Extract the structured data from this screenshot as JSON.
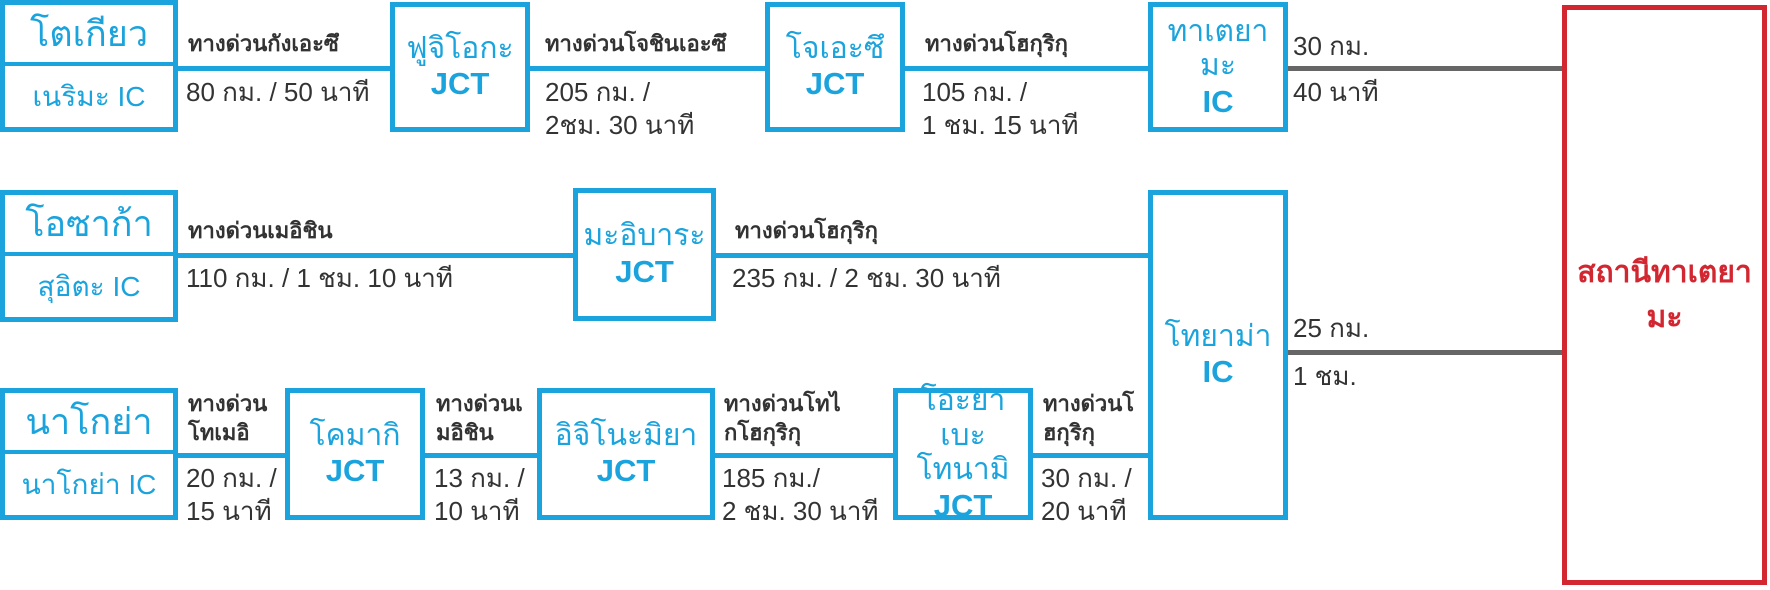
{
  "row1": {
    "origin": {
      "name": "โตเกียว",
      "ic": "เนริมะ IC"
    },
    "seg1": {
      "road": "ทางด่วนกังเอะซึ",
      "dist": "80 กม. / 50 นาที"
    },
    "jct1": {
      "name": "ฟูจิโอกะ",
      "type": "JCT"
    },
    "seg2": {
      "road": "ทางด่วนโจชินเอะซึ",
      "dist1": "205 กม. /",
      "dist2": "2ชม. 30 นาที"
    },
    "jct2": {
      "name": "โจเอะซึ",
      "type": "JCT"
    },
    "seg3": {
      "road": "ทางด่วนโฮกุริกุ",
      "dist1": "105 กม. /",
      "dist2": "1 ชม. 15 นาที"
    },
    "ic": {
      "name": "ทาเตยามะ",
      "type": "IC"
    },
    "final": {
      "dist1": "30 กม.",
      "dist2": "40 นาที"
    }
  },
  "row2": {
    "origin": {
      "name": "โอซาก้า",
      "ic": "สุอิตะ IC"
    },
    "seg1": {
      "road": "ทางด่วนเมอิชิน",
      "dist": "110 กม. / 1 ชม. 10 นาที"
    },
    "jct1": {
      "name": "มะอิบาระ",
      "type": "JCT"
    },
    "seg2": {
      "road": "ทางด่วนโฮกุริกุ",
      "dist": "235 กม. / 2 ชม. 30 นาที"
    }
  },
  "row3": {
    "origin": {
      "name": "นาโกย่า",
      "ic": "นาโกย่า IC"
    },
    "seg1": {
      "road1": "ทางด่วน",
      "road2": "โทเมอิ",
      "dist1": "20 กม. /",
      "dist2": "15 นาที"
    },
    "jct1": {
      "name": "โคมากิ",
      "type": "JCT"
    },
    "seg2": {
      "road1": "ทางด่วนเ",
      "road2": "มอิชิน",
      "dist1": "13 กม. /",
      "dist2": "10 นาที"
    },
    "jct2": {
      "name": "อิจิโนะมิยา",
      "type": "JCT"
    },
    "seg3": {
      "road1": "ทางด่วนโทไ",
      "road2": "กโฮกุริกุ",
      "dist1": "185 กม./",
      "dist2": "2 ชม. 30 นาที"
    },
    "jct3": {
      "name1": "โอะยาเบะ",
      "name2": "โทนามิ",
      "type": "JCT"
    },
    "seg4": {
      "road1": "ทางด่วนโ",
      "road2": "ฮกุริกุ",
      "dist1": "30 กม. /",
      "dist2": "20 นาที"
    }
  },
  "tonami": {
    "name": "โทยาม่า",
    "type": "IC",
    "final_dist1": "25 กม.",
    "final_dist2": "1 ชม."
  },
  "destination": {
    "name": "สถานีทาเตยามะ"
  },
  "colors": {
    "blue": "#1aa3dc",
    "red": "#d22630",
    "gray": "#666666",
    "text": "#333333"
  }
}
